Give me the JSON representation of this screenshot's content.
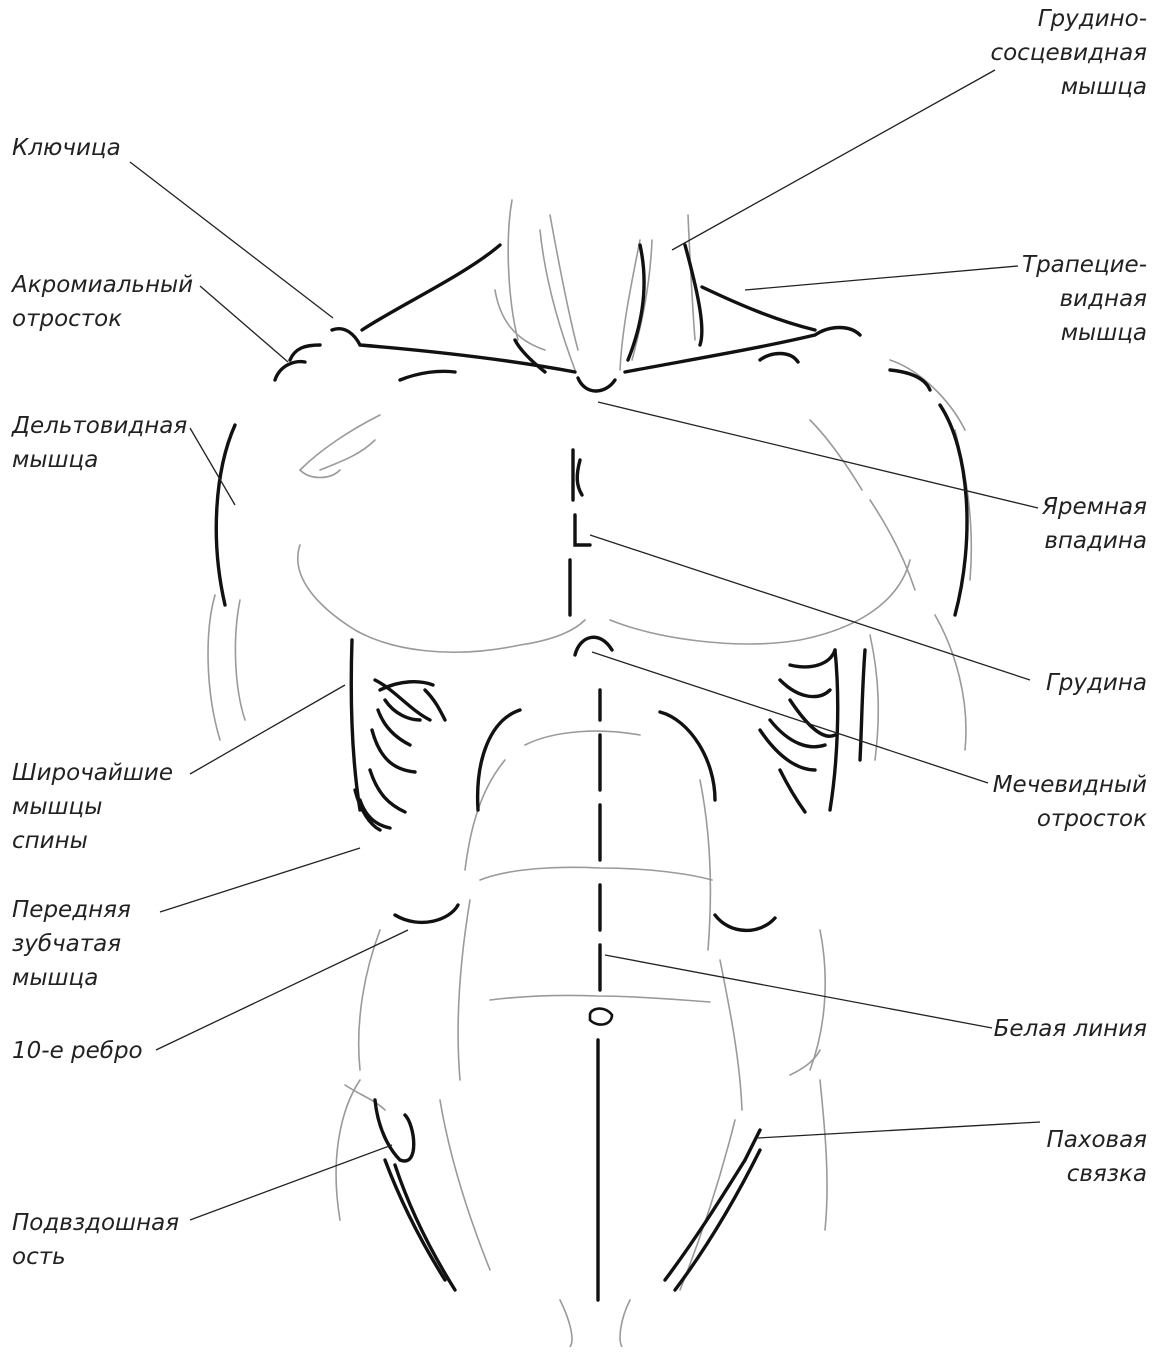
{
  "colors": {
    "ink": "#111111",
    "sketch": "#9a9a9a",
    "leader": "#222222",
    "text": "#222222"
  },
  "labels": {
    "sternocleidomastoid": [
      "Грудино-",
      "сосцевидная",
      "мышца"
    ],
    "clavicle": [
      "Ключица"
    ],
    "acromion": [
      "Акромиальный",
      "отросток"
    ],
    "trapezius": [
      "Трапецие-",
      "видная",
      "мышца"
    ],
    "deltoid": [
      "Дельтовидная",
      "мышца"
    ],
    "jugular_notch": [
      "Яремная",
      "впадина"
    ],
    "sternum": [
      "Грудина"
    ],
    "latissimus": [
      "Широчайшие",
      "мышцы",
      "спины"
    ],
    "xiphoid": [
      "Мечевидный",
      "отросток"
    ],
    "serratus": [
      "Передняя",
      "зубчатая",
      "мышца"
    ],
    "tenth_rib": [
      "10-е ребро"
    ],
    "linea_alba": [
      "Белая линия"
    ],
    "inguinal": [
      "Паховая",
      "связка"
    ],
    "iliac_spine": [
      "Подвздошная",
      "ость"
    ]
  }
}
